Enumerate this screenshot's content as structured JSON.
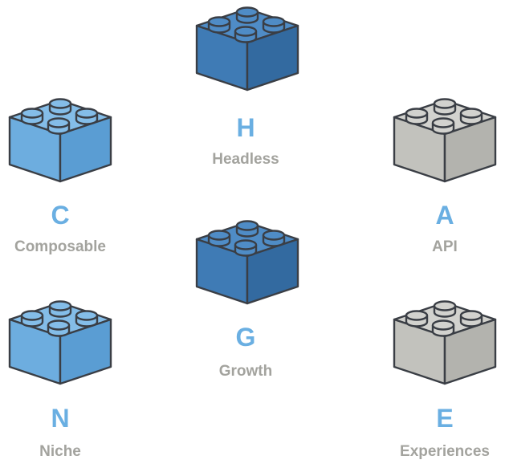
{
  "colors": {
    "accent_letter": "#6aafe2",
    "label_gray": "#a3a39e",
    "outline": "#3a3e45"
  },
  "bricks": [
    {
      "id": "headless",
      "letter": "H",
      "label": "Headless",
      "color": "dark-blue",
      "icon": "lego-brick-icon"
    },
    {
      "id": "composable",
      "letter": "C",
      "label": "Composable",
      "color": "light-blue",
      "icon": "lego-brick-icon"
    },
    {
      "id": "api",
      "letter": "A",
      "label": "API",
      "color": "gray",
      "icon": "lego-brick-icon"
    },
    {
      "id": "growth",
      "letter": "G",
      "label": "Growth",
      "color": "dark-blue",
      "icon": "lego-brick-icon"
    },
    {
      "id": "niche",
      "letter": "N",
      "label": "Niche",
      "color": "light-blue",
      "icon": "lego-brick-icon"
    },
    {
      "id": "experiences",
      "letter": "E",
      "label": "Experiences",
      "color": "gray",
      "icon": "lego-brick-icon"
    }
  ]
}
